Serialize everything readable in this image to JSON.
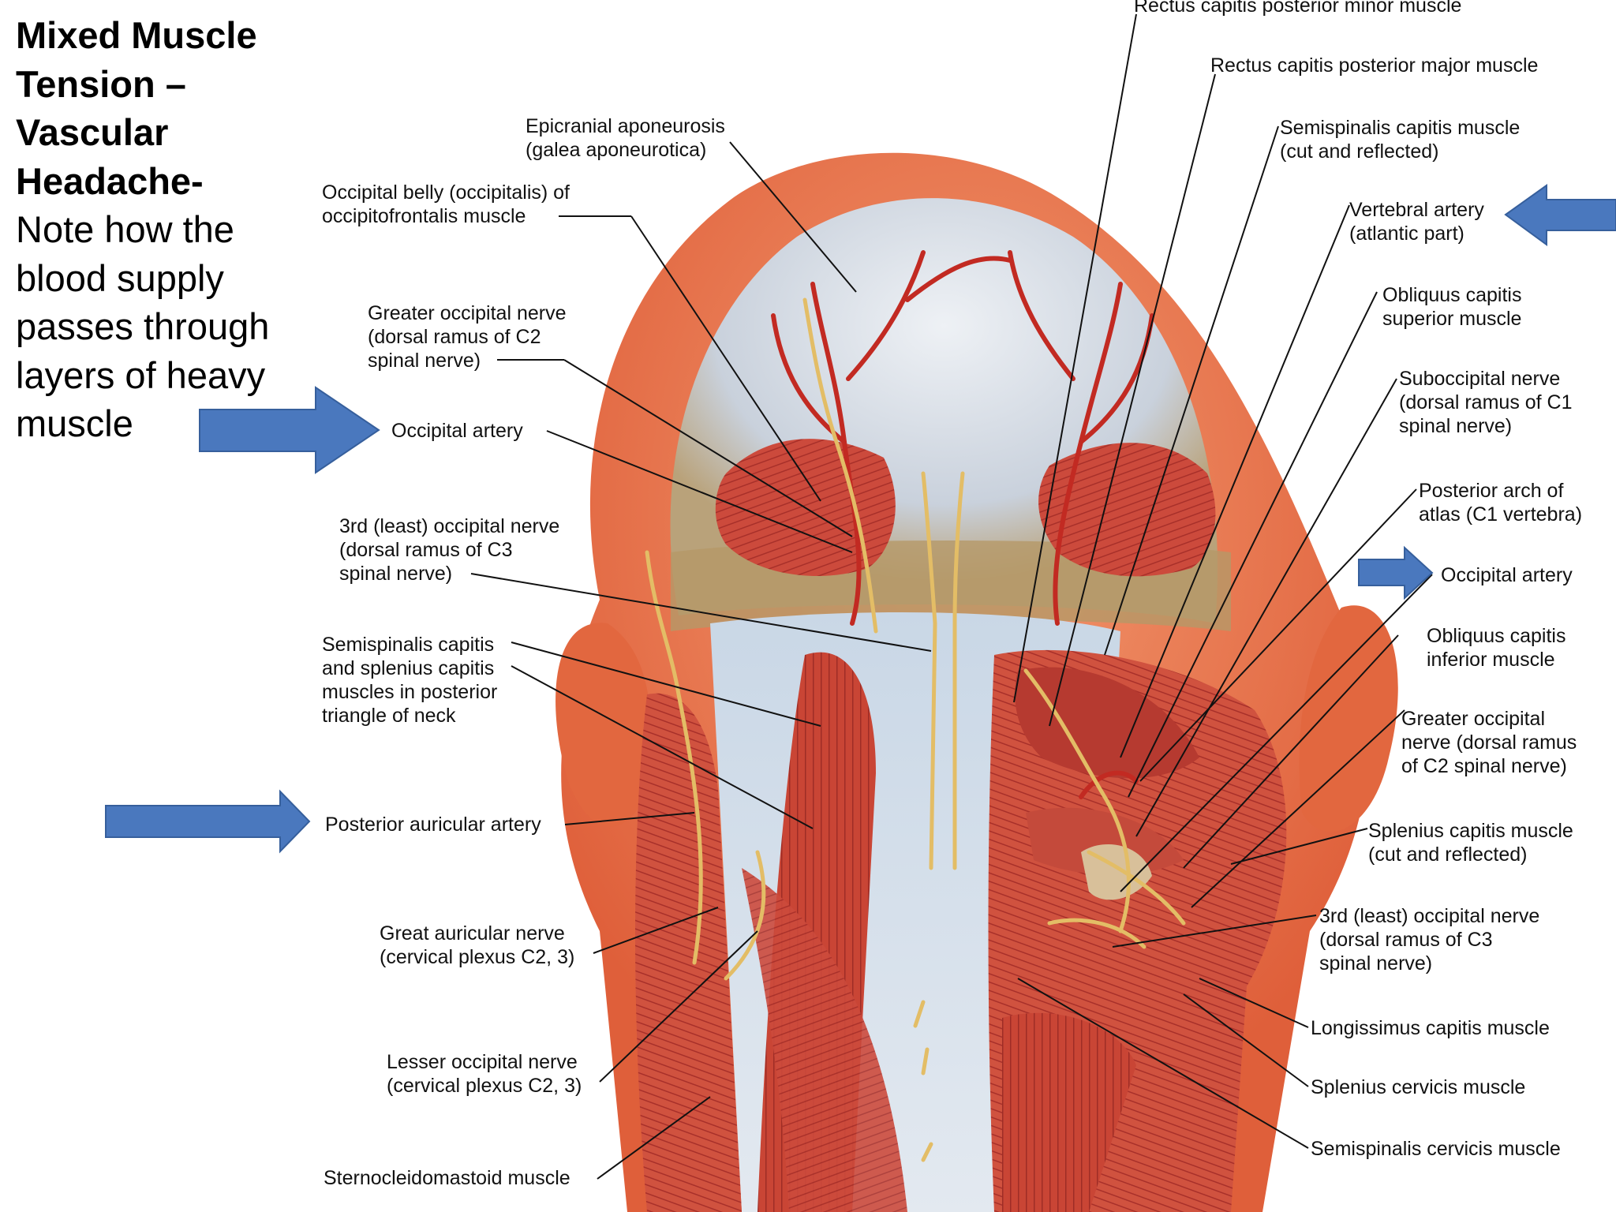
{
  "heading": {
    "title": "Mixed Muscle Tension – Vascular Headache-",
    "note": "Note how the blood supply passes through layers of heavy muscle"
  },
  "labels": {
    "rectus_minor": "Rectus capitis posterior minor muscle",
    "rectus_major": "Rectus capitis posterior major muscle",
    "epicranial": "Epicranial aponeurosis\n(galea aponeurotica)",
    "semispinalis_cut": "Semispinalis capitis muscle\n(cut and reflected)",
    "occipital_belly": "Occipital belly (occipitalis) of\noccipitofrontalis muscle",
    "vertebral_artery": "Vertebral artery\n(atlantic part)",
    "obliquus_superior": "Obliquus capitis\nsuperior muscle",
    "greater_occipital_left": "Greater occipital nerve\n(dorsal ramus of C2\nspinal nerve)",
    "suboccipital_nerve": "Suboccipital nerve\n(dorsal ramus of C1\nspinal nerve)",
    "occipital_artery_left": "Occipital artery",
    "posterior_arch": "Posterior arch of\natlas (C1 vertebra)",
    "third_occipital_left": "3rd (least) occipital nerve\n(dorsal ramus of C3\nspinal nerve)",
    "occipital_artery_right": "Occipital artery",
    "obliquus_inferior": "Obliquus capitis\ninferior muscle",
    "semispinalis_splenius": "Semispinalis capitis\nand splenius capitis\nmuscles in posterior\ntriangle of neck",
    "greater_occipital_right": "Greater occipital\nnerve (dorsal ramus\nof C2 spinal nerve)",
    "posterior_auricular": "Posterior auricular artery",
    "splenius_capitis": "Splenius capitis muscle\n(cut and reflected)",
    "great_auricular": "Great auricular nerve\n(cervical plexus C2, 3)",
    "third_occipital_right": "3rd (least) occipital nerve\n(dorsal ramus of C3\nspinal nerve)",
    "longissimus": "Longissimus capitis muscle",
    "lesser_occipital": "Lesser occipital nerve\n(cervical plexus C2, 3)",
    "splenius_cervicis": "Splenius cervicis muscle",
    "sternocleidomastoid": "Sternocleidomastoid muscle",
    "semispinalis_cervicis": "Semispinalis cervicis muscle"
  },
  "colors": {
    "arrow": "#4a78be",
    "arrow_stroke": "#365f9c",
    "skin": "#e8714a",
    "muscle": "#c8463a",
    "aponeurosis": "#cfd6df",
    "artery": "#c22a22",
    "nerve": "#e3bd66"
  }
}
